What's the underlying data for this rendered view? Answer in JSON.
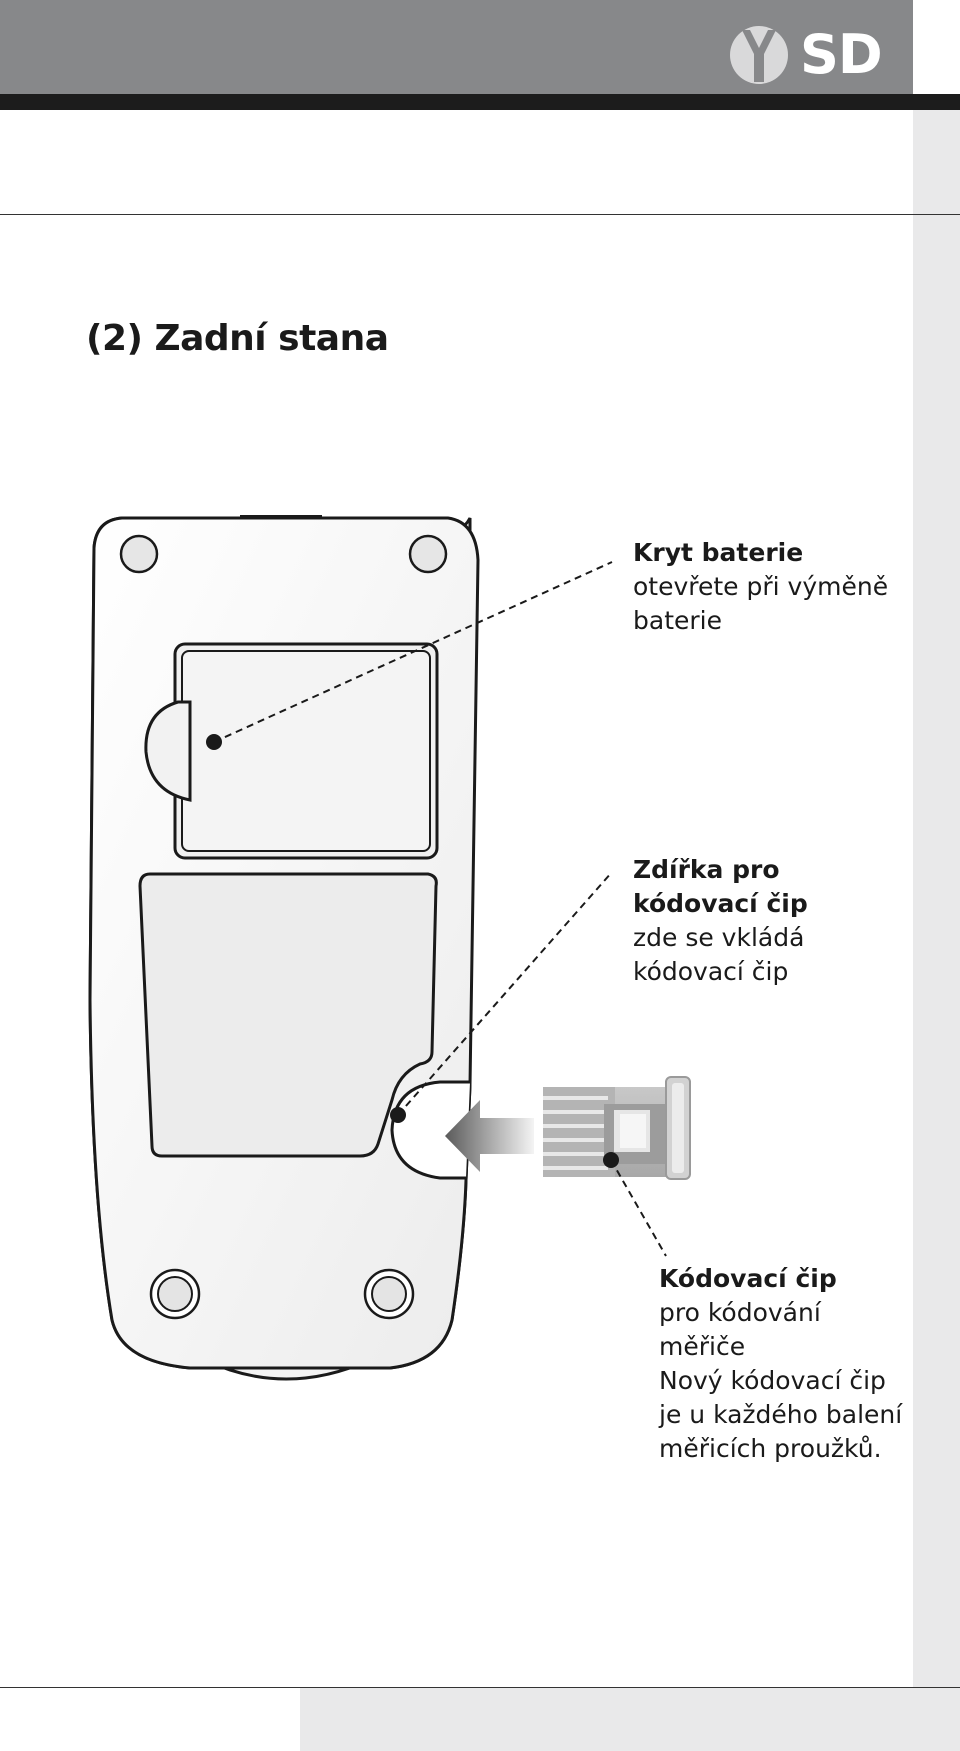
{
  "header": {
    "logo_text": "SD",
    "colors": {
      "bar": "#87888a",
      "rule": "#1c1c1c",
      "strip": "#e9e9ea"
    }
  },
  "page": {
    "title": "(2) Zadní stana"
  },
  "callouts": {
    "battery": {
      "title": "Kryt baterie",
      "lines": [
        "otevřete při výměně",
        "baterie"
      ]
    },
    "slot": {
      "title_lines": [
        "Zdířka pro",
        "kódovací čip"
      ],
      "lines": [
        "zde se vkládá",
        "kódovací čip"
      ]
    },
    "chip": {
      "title": "Kódovací čip",
      "lines": [
        "pro kódování",
        "měřiče",
        "Nový kódovací čip",
        "je u každého balení",
        "měřicích proužků."
      ]
    }
  }
}
